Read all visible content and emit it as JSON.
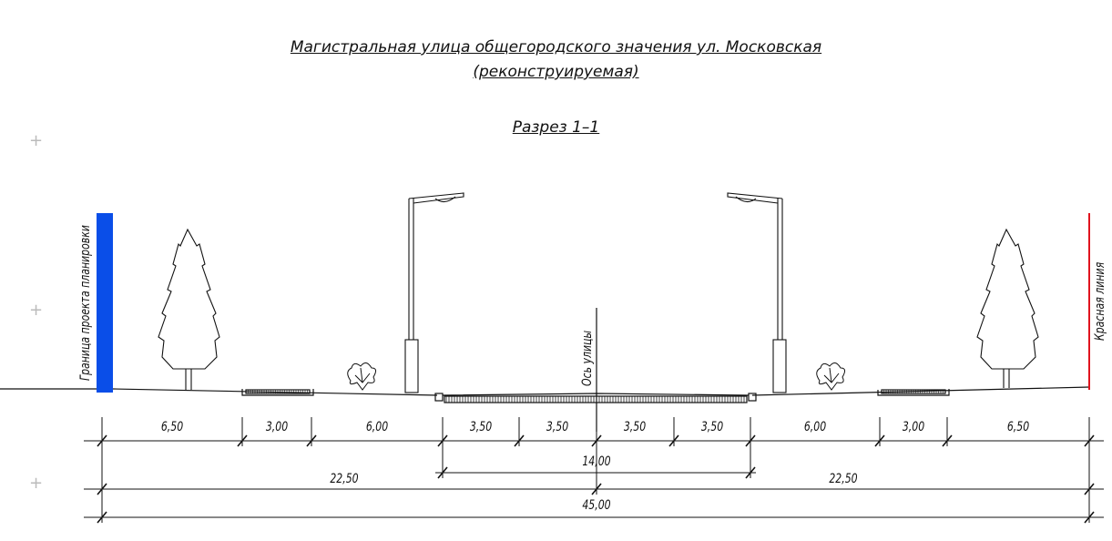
{
  "title": {
    "line1": "Магистральная улица общегородского значения ул. Московская",
    "line2": "(реконструируемая)"
  },
  "section_label": "Разрез 1–1",
  "labels": {
    "left_boundary": "Граница проекта планировки",
    "axis": "Ось улицы",
    "red_line": "Красная линия"
  },
  "dimensions": {
    "row1": [
      "6,50",
      "3,00",
      "6,00",
      "3,50",
      "3,50",
      "3,50",
      "3,50",
      "6,00",
      "3,00",
      "6,50"
    ],
    "roadway": "14,00",
    "half_left": "22,50",
    "half_right": "22,50",
    "total": "45,00"
  },
  "colors": {
    "boundary": "#0a4ee8",
    "red_line": "#e0141e",
    "ink": "#111111",
    "grid_marks": "#bbbbbb"
  },
  "marks": [
    "+",
    "+",
    "+"
  ]
}
